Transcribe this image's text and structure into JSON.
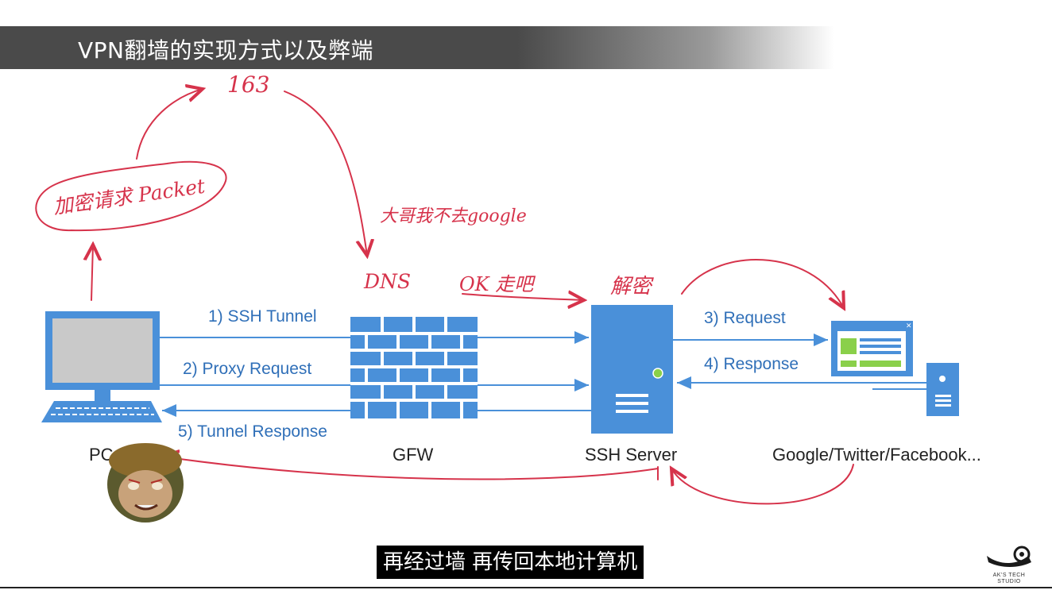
{
  "title": "VPN翻墙的实现方式以及弊端",
  "nodes": {
    "pc": "PC",
    "gfw": "GFW",
    "ssh_server": "SSH Server",
    "sites": "Google/Twitter/Facebook..."
  },
  "edges": {
    "e1": "1) SSH Tunnel",
    "e2": "2) Proxy Request",
    "e3": "3) Request",
    "e4": "4) Response",
    "e5": "5) Tunnel Response"
  },
  "annotations": {
    "n163": "163",
    "packet": "加密请求 Packet",
    "not_google": "大哥我不去google",
    "dns": "DNS",
    "ok": "OK 走吧",
    "decrypt": "解密"
  },
  "subtitle": "再经过墙 再传回本地计算机",
  "logo": {
    "line1": "AK'S TECH",
    "line2": "STUDIO"
  },
  "colors": {
    "accent": "#4a90d9",
    "ink": "#d6334b",
    "title_bg": "#4a4a4a"
  }
}
